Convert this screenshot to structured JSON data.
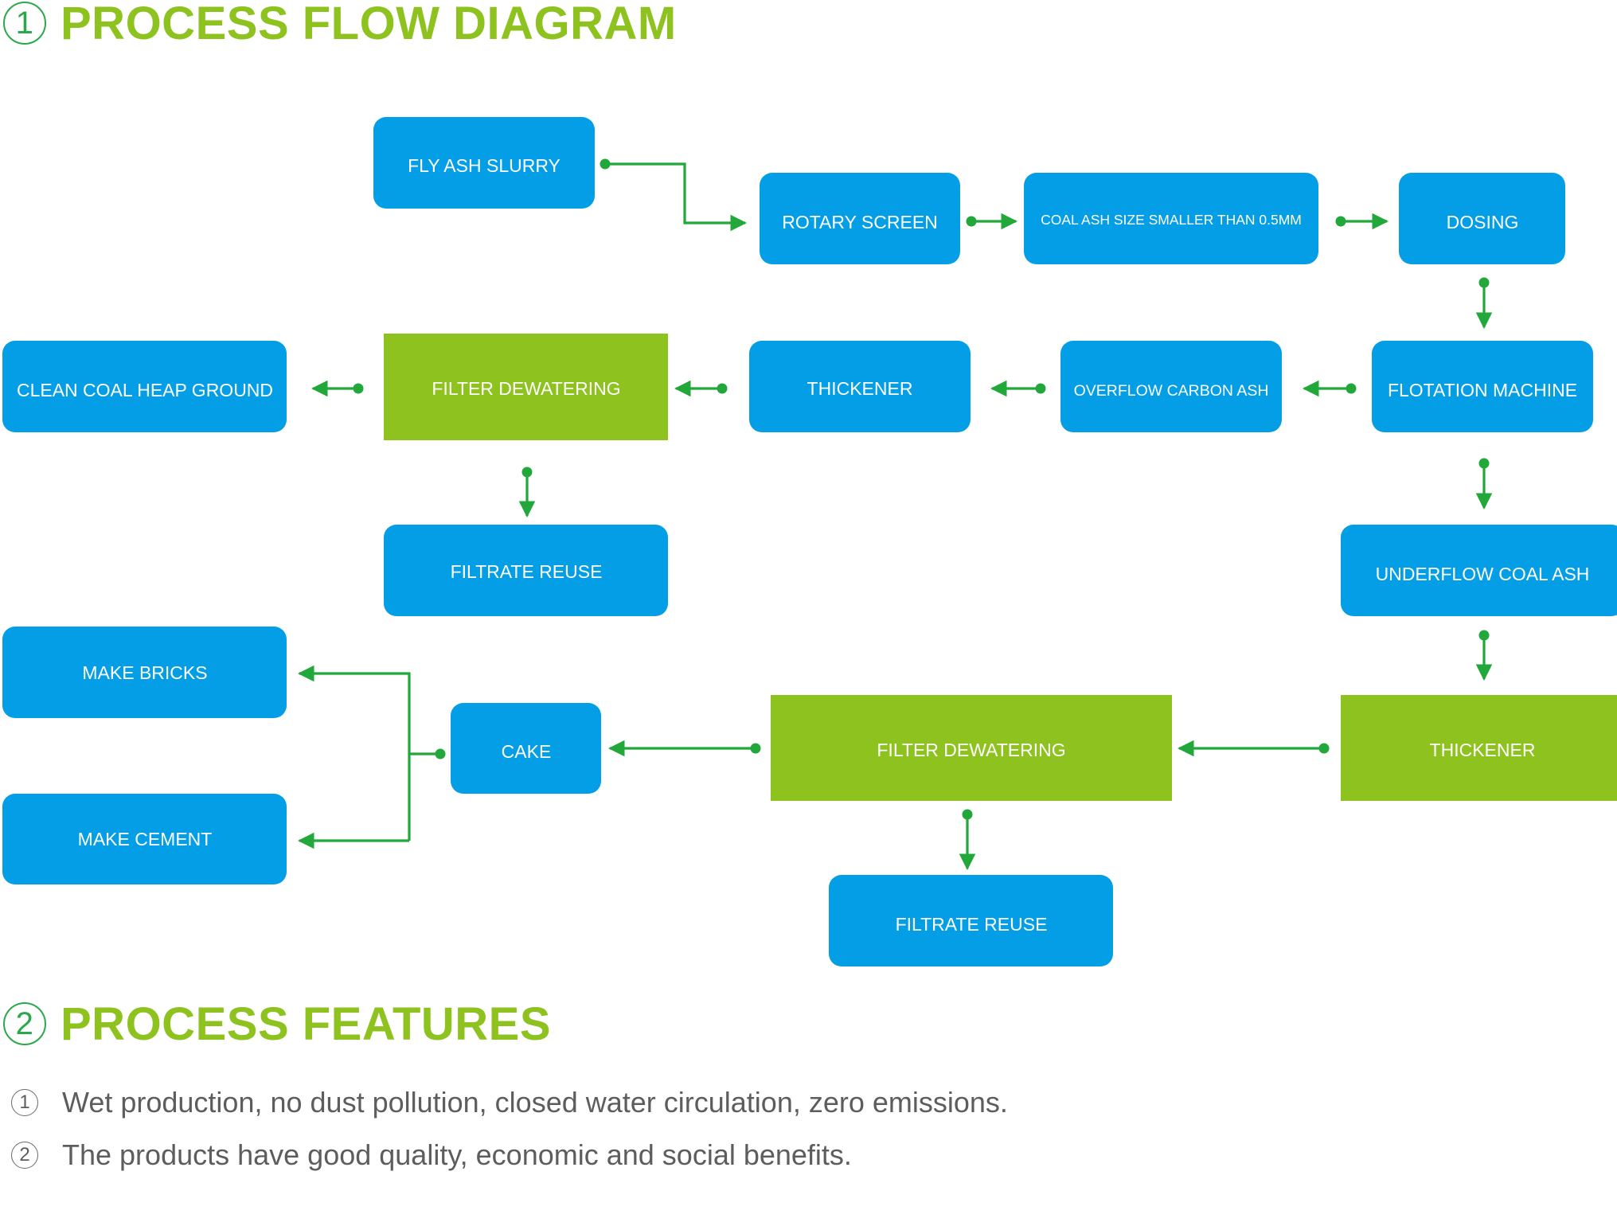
{
  "section1": {
    "number": "1",
    "title": "PROCESS FLOW DIAGRAM"
  },
  "section2": {
    "number": "2",
    "title": "PROCESS FEATURES"
  },
  "colors": {
    "blue_box": "#039ee5",
    "green_box": "#8dc21f",
    "arrow": "#22a83a",
    "heading": "#8dc21f"
  },
  "nodes": {
    "fly_ash_slurry": "FLY ASH SLURRY",
    "rotary_screen": "ROTARY SCREEN",
    "coal_ash_size": "COAL ASH SIZE SMALLER THAN 0.5MM",
    "dosing": "DOSING",
    "flotation_machine": "FLOTATION MACHINE",
    "overflow_carbon_ash": "OVERFLOW CARBON ASH",
    "thickener_upper": "THICKENER",
    "filter_dewatering_upper": "FILTER DEWATERING",
    "clean_coal_heap_ground": "CLEAN COAL HEAP GROUND",
    "filtrate_reuse_upper": "FILTRATE REUSE",
    "underflow_coal_ash": "UNDERFLOW COAL ASH",
    "thickener_lower": "THICKENER",
    "filter_dewatering_lower": "FILTER DEWATERING",
    "filtrate_reuse_lower": "FILTRATE REUSE",
    "cake": "CAKE",
    "make_bricks": "MAKE BRICKS",
    "make_cement": "MAKE CEMENT"
  },
  "features": [
    {
      "number": "1",
      "text": "Wet production, no dust pollution, closed water circulation, zero emissions."
    },
    {
      "number": "2",
      "text": "The products have good quality, economic and social benefits."
    }
  ]
}
